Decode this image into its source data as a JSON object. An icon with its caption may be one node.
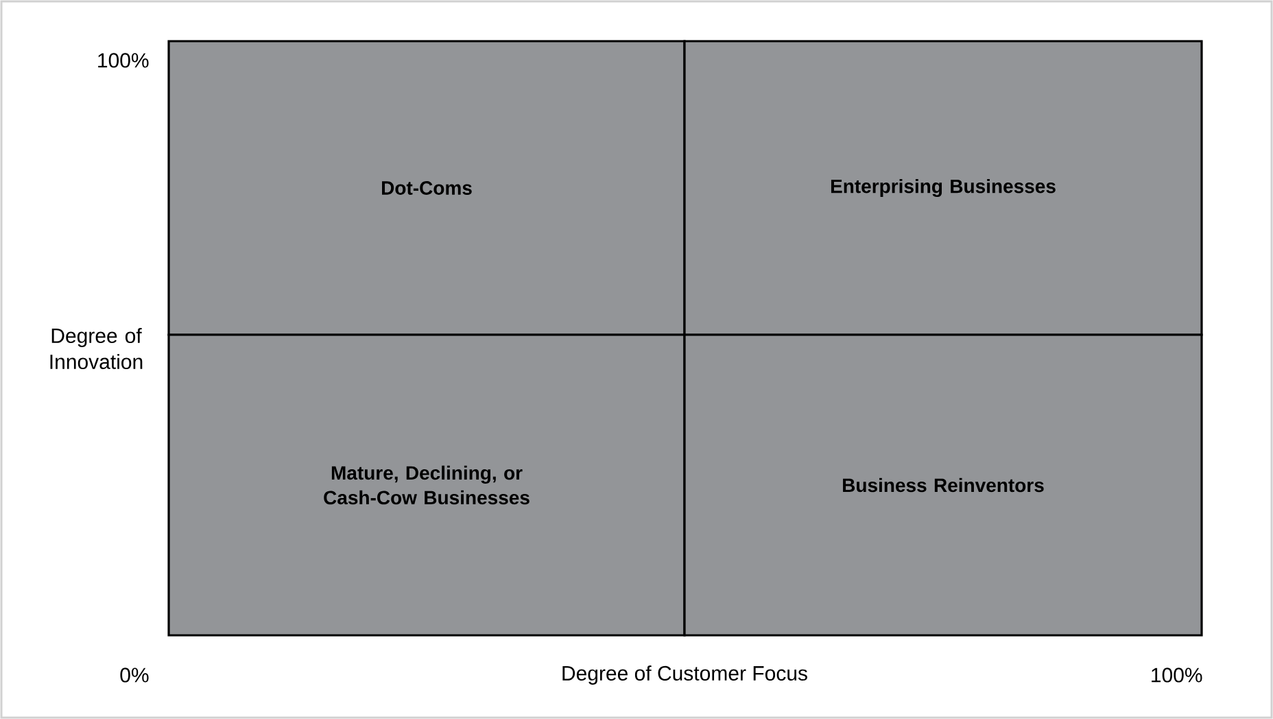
{
  "diagram": {
    "nodes": [
      {
        "text": [
          "Dot-Coms"
        ]
      },
      {
        "text": [
          "Enterprising Businesses"
        ]
      },
      {
        "text": [
          "Mature, Declining, or Cash-Cow Businesses"
        ]
      },
      {
        "text": [
          "Business Reinventors"
        ]
      }
    ],
    "labels": [
      "100%",
      "Degree of Innovation",
      "0%",
      "Degree of Customer Focus",
      "100%"
    ]
  }
}
